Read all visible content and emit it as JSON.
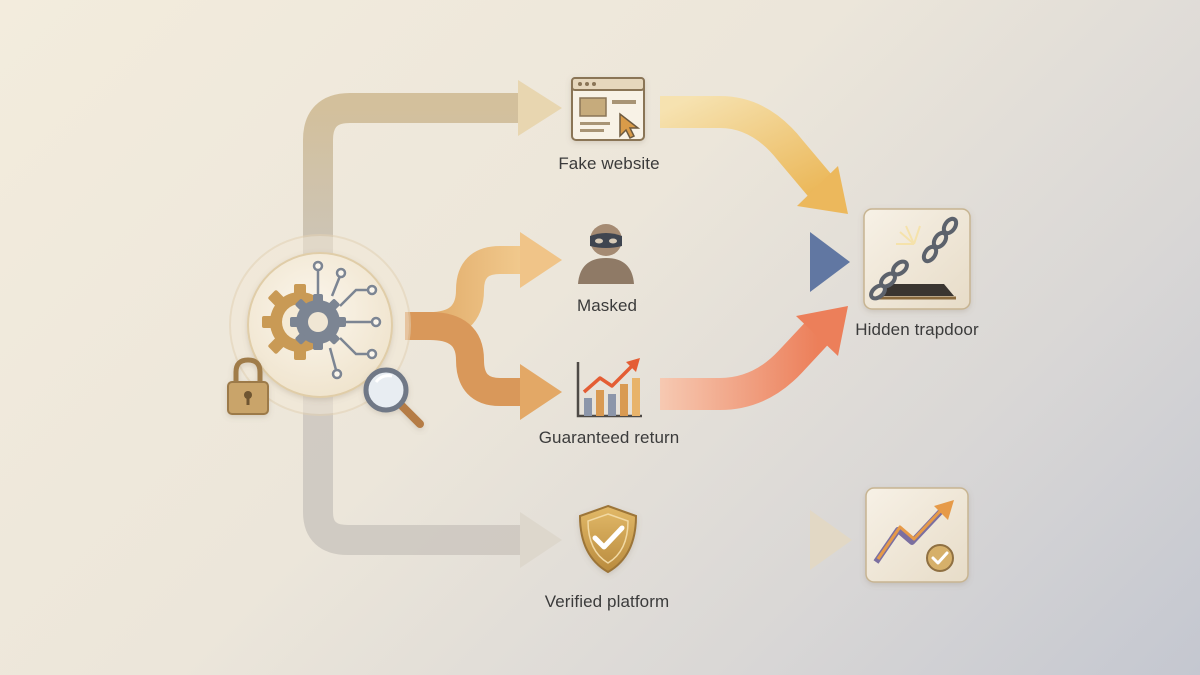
{
  "nodes": {
    "hub": {
      "icon": "gear-circuit-icon"
    },
    "fake_website": {
      "label": "Fake website",
      "icon": "browser-window-cursor-icon"
    },
    "masked": {
      "label": "Masked",
      "icon": "masked-person-icon"
    },
    "guaranteed_return": {
      "label": "Guaranteed return",
      "icon": "rising-bar-chart-icon"
    },
    "verified_platform": {
      "label": "Verified platform",
      "icon": "shield-check-icon"
    },
    "hidden_trapdoor": {
      "label": "Hidden trapdoor",
      "icon": "broken-chain-trapdoor-icon"
    },
    "growth_verified": {
      "icon": "growth-arrow-check-icon"
    }
  },
  "decorations": {
    "lock": "padlock-icon",
    "magnifier": "magnifying-glass-icon"
  },
  "colors": {
    "muted_route": "#c9b9a0",
    "orange_route": "#e3a55f",
    "gold_route": "#f0c56a",
    "blue_route": "#7183a8",
    "coral_route": "#ef8d68",
    "verified_route": "#dcd4c4"
  }
}
